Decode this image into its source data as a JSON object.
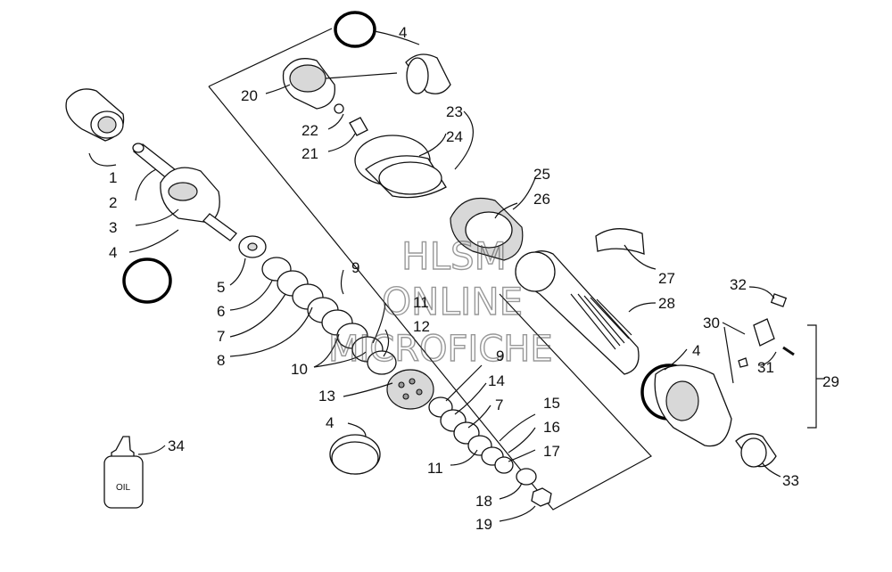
{
  "watermark": {
    "line1": "HLSM",
    "line2": "ONLINE",
    "line3": "MICROFICHE"
  },
  "oil_label": "OIL",
  "callouts": {
    "c1": "1",
    "c2": "2",
    "c3": "3",
    "c4a": "4",
    "c4b": "4",
    "c4c": "4",
    "c4d": "4",
    "c5": "5",
    "c6": "6",
    "c7a": "7",
    "c7b": "7",
    "c8": "8",
    "c9a": "9",
    "c9b": "9",
    "c10": "10",
    "c11a": "11",
    "c11b": "11",
    "c12": "12",
    "c13": "13",
    "c14": "14",
    "c15": "15",
    "c16": "16",
    "c17": "17",
    "c18": "18",
    "c19": "19",
    "c20": "20",
    "c21": "21",
    "c22": "22",
    "c23": "23",
    "c24": "24",
    "c25": "25",
    "c26": "26",
    "c27": "27",
    "c28": "28",
    "c29": "29",
    "c30": "30",
    "c31": "31",
    "c32": "32",
    "c33": "33",
    "c34": "34"
  }
}
